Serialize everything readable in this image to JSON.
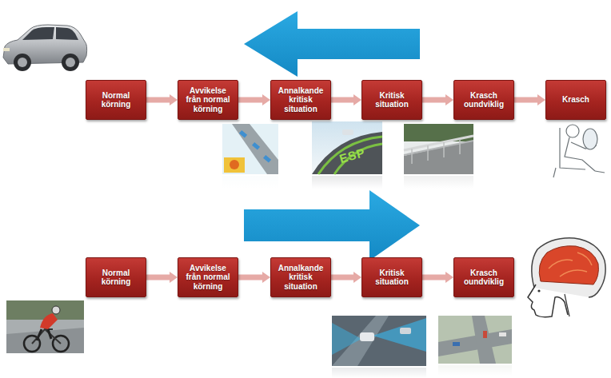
{
  "diagram": {
    "nodes": [
      {
        "text": [
          "Normal körning"
        ]
      },
      {
        "text": [
          "Avvikelse från normal körning"
        ]
      },
      {
        "text": [
          "Annalkande kritisk situation"
        ]
      },
      {
        "text": [
          "Kritisk situation"
        ]
      },
      {
        "text": [
          "Krasch oundviklig"
        ]
      },
      {
        "text": [
          "Krasch"
        ]
      },
      {
        "text": [
          "Normal körning"
        ]
      },
      {
        "text": [
          "Avvikelse från normal körning"
        ]
      },
      {
        "text": [
          "Annalkande kritisk situation"
        ]
      },
      {
        "text": [
          "Kritisk situation"
        ]
      },
      {
        "text": [
          "Krasch oundviklig"
        ]
      }
    ],
    "edges": [
      {
        "from": 0,
        "to": 1,
        "arrow": "to"
      },
      {
        "from": 1,
        "to": 2,
        "arrow": "to"
      },
      {
        "from": 2,
        "to": 3,
        "arrow": "to"
      },
      {
        "from": 3,
        "to": 4,
        "arrow": "to"
      },
      {
        "from": 4,
        "to": 5,
        "arrow": "to"
      },
      {
        "from": 6,
        "to": 7,
        "arrow": "to"
      },
      {
        "from": 7,
        "to": 8,
        "arrow": "to"
      },
      {
        "from": 8,
        "to": 9,
        "arrow": "to"
      },
      {
        "from": 9,
        "to": 10,
        "arrow": "to"
      }
    ],
    "labels": [
      "ESP"
    ]
  }
}
